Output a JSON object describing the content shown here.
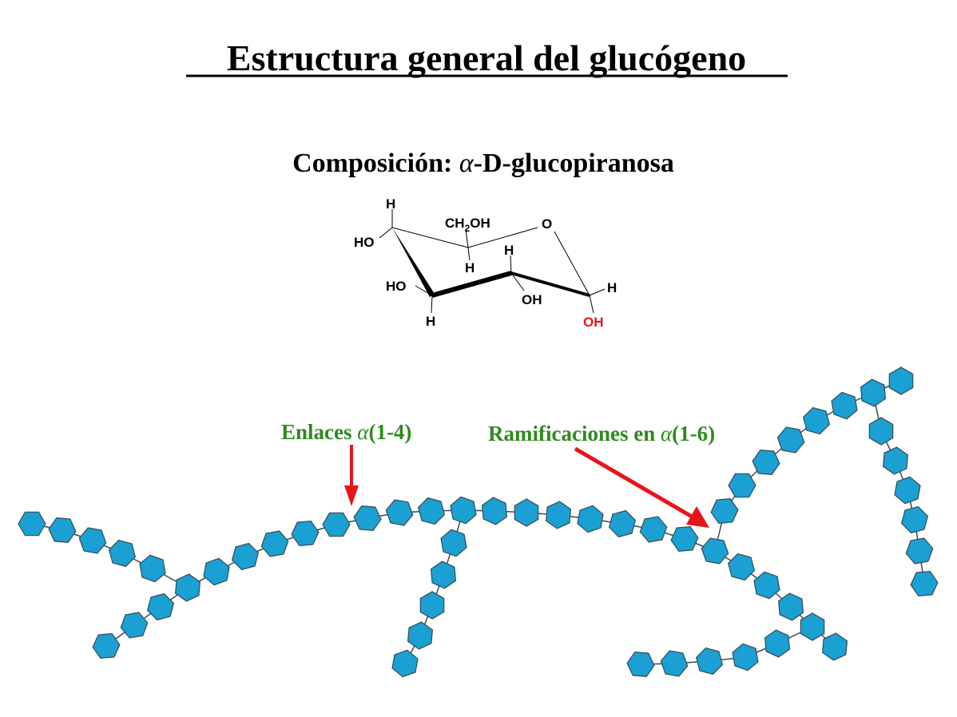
{
  "title": "Estructura general del glucógeno",
  "subtitle": {
    "prefix": "Composición: ",
    "alpha": "α",
    "suffix": "-D-glucopiranosa"
  },
  "molecule": {
    "h_top": "H",
    "ho_left": "HO",
    "ch2oh": {
      "base": "CH",
      "sub": "2",
      "tail": "OH"
    },
    "o_ring": "O",
    "h_c5": "H",
    "h_c2": "H",
    "ho_c3": "HO",
    "oh_c2": "OH",
    "h_c3": "H",
    "h_c1": "H",
    "oh_anomeric": "OH"
  },
  "labels": {
    "bond14": {
      "prefix": "Enlaces ",
      "alpha": "α",
      "suffix": "(1-4)"
    },
    "bond16": {
      "prefix": "Ramificaciones en ",
      "alpha": "α",
      "suffix": "(1-6)"
    }
  },
  "colors": {
    "label_green": "#2e8b1e",
    "arrow_red": "#e8141c",
    "anomeric_red": "#e8141c",
    "glucose_fill": "#1aa0d2",
    "glucose_stroke": "#3a4a56",
    "text": "#000000"
  },
  "icons": {
    "glucose_unit": "hexagon-icon",
    "arrow": "arrow-icon"
  }
}
